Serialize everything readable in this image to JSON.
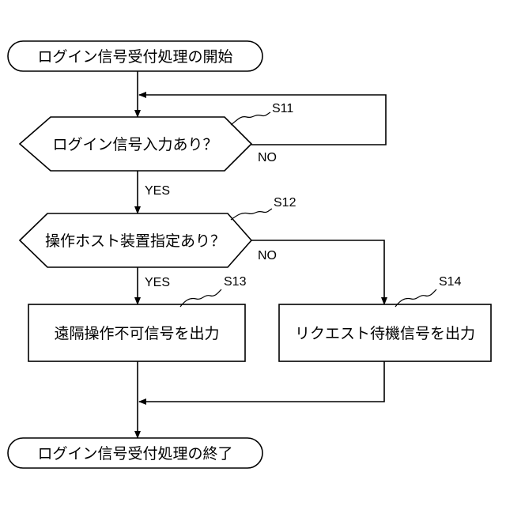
{
  "nodes": {
    "start": "ログイン信号受付処理の開始",
    "decision1": "ログイン信号入力あり？",
    "decision2": "操作ホスト装置指定あり？",
    "process1": "遠隔操作不可信号を出力",
    "process2": "リクエスト待機信号を出力",
    "end": "ログイン信号受付処理の終了"
  },
  "steps": {
    "s11": "S11",
    "s12": "S12",
    "s13": "S13",
    "s14": "S14"
  },
  "branches": {
    "d1_no": "NO",
    "d1_yes": "YES",
    "d2_no": "NO",
    "d2_yes": "YES"
  }
}
